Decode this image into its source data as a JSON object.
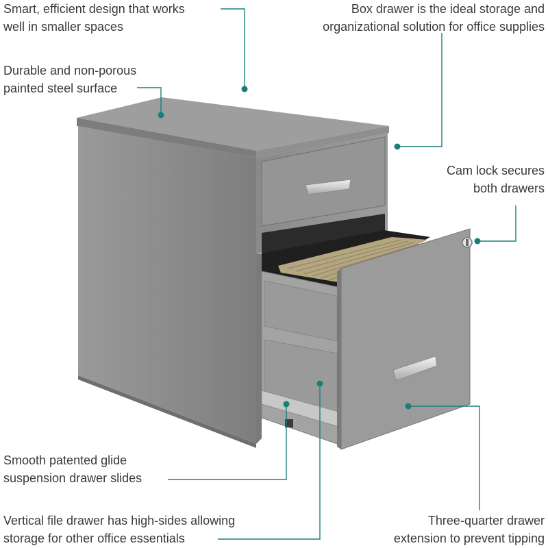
{
  "accent_color": "#1a7f7a",
  "cabinet_color": "#8c8c8c",
  "callouts": {
    "smart_design": {
      "line1": "Smart, efficient design that works",
      "line2": "well in smaller spaces"
    },
    "box_drawer": {
      "line1": "Box drawer is the ideal storage and",
      "line2": "organizational solution for office supplies"
    },
    "steel_surface": {
      "line1": "Durable and non-porous",
      "line2": "painted steel surface"
    },
    "cam_lock": {
      "line1": "Cam lock secures",
      "line2": "both drawers"
    },
    "glide_slides": {
      "line1": "Smooth patented glide",
      "line2": "suspension drawer slides"
    },
    "file_drawer": {
      "line1": "Vertical file drawer has high-sides allowing",
      "line2": "storage for other office essentials"
    },
    "extension": {
      "line1": "Three-quarter drawer",
      "line2": "extension to prevent tipping"
    }
  }
}
